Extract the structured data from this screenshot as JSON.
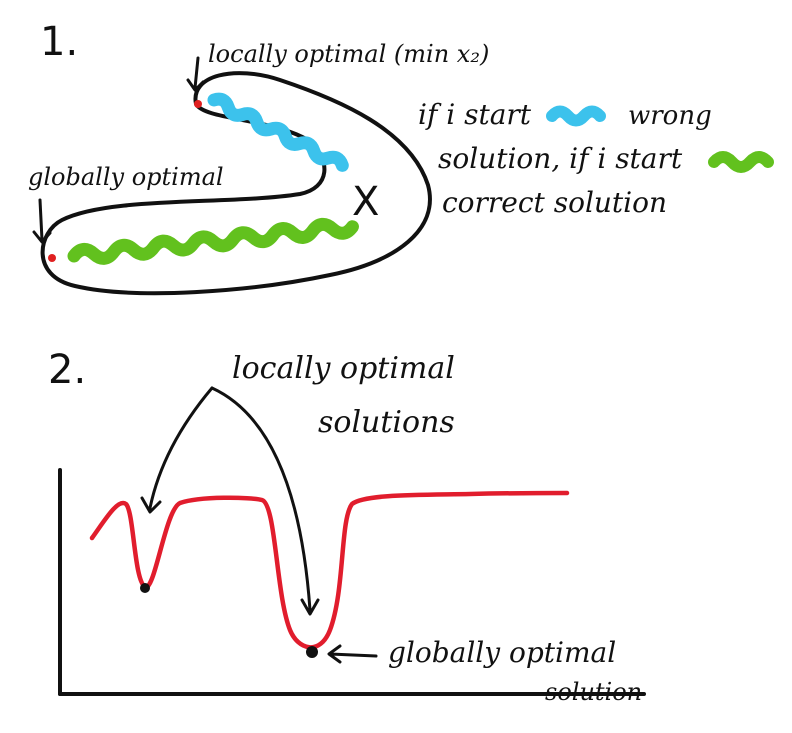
{
  "colors": {
    "ink": "#111111",
    "blue": "#3cc2ec",
    "green": "#62c11e",
    "red": "#e11d2d",
    "marker": "#e02020"
  },
  "part1": {
    "number": "1.",
    "locally_optimal": "locally optimal (min x₂)",
    "globally_optimal": "globally optimal",
    "cross": "X",
    "note_line1_a": "if i start",
    "note_line1_b": "wrong",
    "note_line2_a": "solution, if i start",
    "note_line3": "correct solution"
  },
  "part2": {
    "number": "2.",
    "locally_line1": "locally optimal",
    "locally_line2": "solutions",
    "globally_line1": "globally optimal",
    "globally_line2": "solution"
  }
}
